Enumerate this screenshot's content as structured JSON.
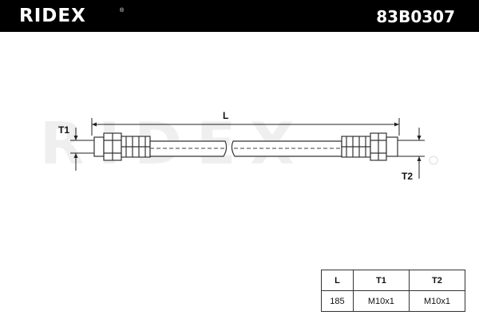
{
  "header": {
    "brand": "RIDEX",
    "brand_mark": "®",
    "part_number": "83B0307",
    "bar_color": "#000000",
    "text_color": "#ffffff"
  },
  "watermark": {
    "text": "RIDEX",
    "color": "#eeeeee"
  },
  "diagram": {
    "part_icon": "brake-hose-icon",
    "dimension_labels": {
      "length": "L",
      "thread_1": "T1",
      "thread_2": "T2"
    }
  },
  "specs_table": {
    "headers": [
      "L",
      "T1",
      "T2"
    ],
    "values": [
      "185",
      "M10x1",
      "M10x1"
    ]
  }
}
